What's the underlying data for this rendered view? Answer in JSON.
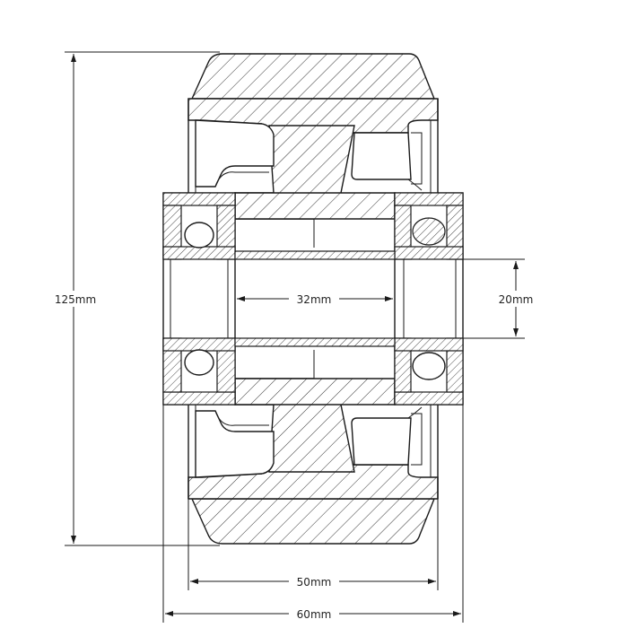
{
  "dimensions": {
    "overall_height": "125mm",
    "bore_length": "32mm",
    "axle_diameter": "20mm",
    "tread_width": "50mm",
    "hub_width": "60mm"
  }
}
